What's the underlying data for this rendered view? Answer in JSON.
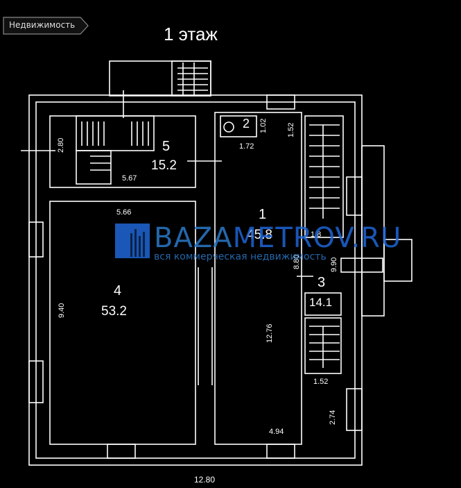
{
  "breadcrumb": {
    "label": "Недвижимость"
  },
  "title": "1 этаж",
  "rooms": [
    {
      "number": "1",
      "area": "45.8"
    },
    {
      "number": "2"
    },
    {
      "number": "3",
      "area": "14.1"
    },
    {
      "number": "4",
      "area": "53.2"
    },
    {
      "number": "5",
      "area": "15.2"
    }
  ],
  "dimensions": {
    "d_2_80": "2.80",
    "d_5_67": "5.67",
    "d_5_66": "5.66",
    "d_9_40": "9.40",
    "d_1_02": "1.02",
    "d_1_72": "1.72",
    "d_1_52_top": "1.52",
    "d_8_80": "8.80",
    "d_9_90": "9.90",
    "d_12_76": "12.76",
    "d_1_52_bottom": "1.52",
    "d_2_74": "2.74",
    "d_4_94": "4.94",
    "d_12_80": "12.80",
    "d_1_8": "1.8"
  },
  "watermark": {
    "brand_part1": "BAZA",
    "brand_part2": "METROV.RU",
    "tagline": "вся коммерческая недвижимость",
    "color": "#1e66d6"
  }
}
